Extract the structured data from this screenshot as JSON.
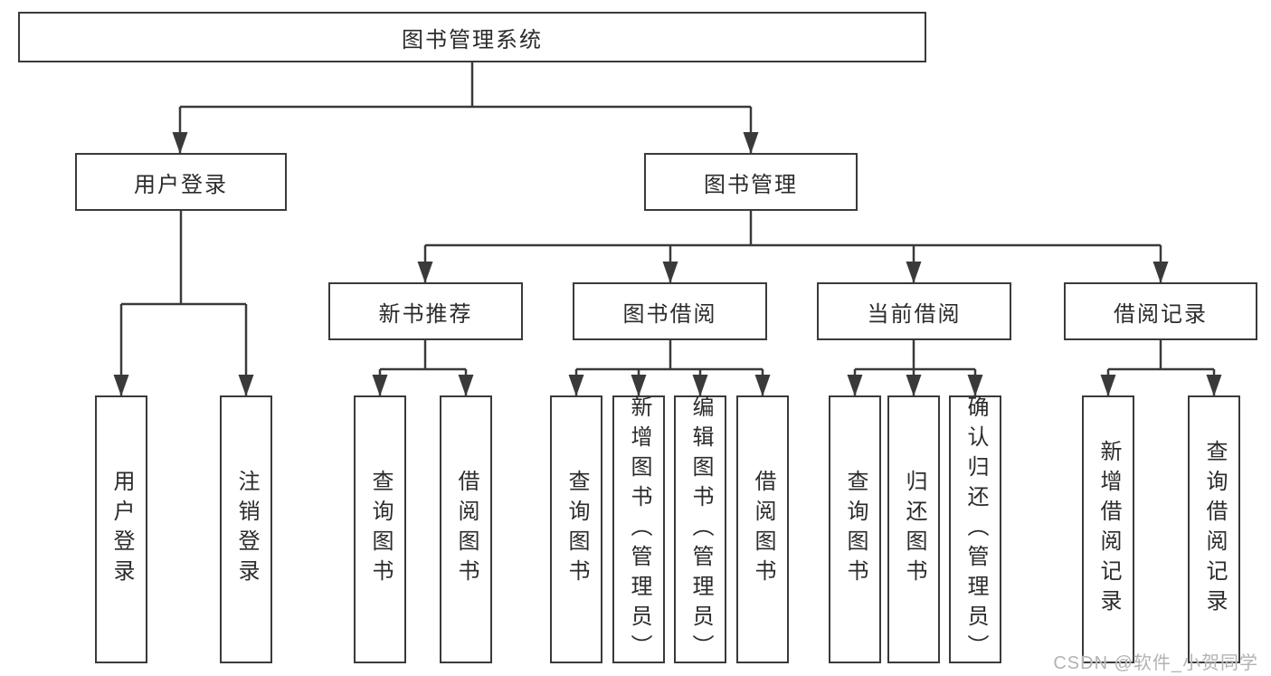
{
  "diagram_type": "hierarchy-tree",
  "colors": {
    "line": "#3a3a3a",
    "text": "#2b2b2b",
    "background": "#ffffff",
    "watermark": "#b3b3b3"
  },
  "root": {
    "label": "图书管理系统",
    "children": [
      {
        "label": "用户登录",
        "children": [
          {
            "label": "用户登录"
          },
          {
            "label": "注销登录"
          }
        ]
      },
      {
        "label": "图书管理",
        "children": [
          {
            "label": "新书推荐",
            "children": [
              {
                "label": "查询图书"
              },
              {
                "label": "借阅图书"
              }
            ]
          },
          {
            "label": "图书借阅",
            "children": [
              {
                "label": "查询图书"
              },
              {
                "label": "新增图书（管理员）"
              },
              {
                "label": "编辑图书（管理员）"
              },
              {
                "label": "借阅图书"
              }
            ]
          },
          {
            "label": "当前借阅",
            "children": [
              {
                "label": "查询图书"
              },
              {
                "label": "归还图书"
              },
              {
                "label": "确认归还（管理员）"
              }
            ]
          },
          {
            "label": "借阅记录",
            "children": [
              {
                "label": "新增借阅记录"
              },
              {
                "label": "查询借阅记录"
              }
            ]
          }
        ]
      }
    ]
  },
  "watermark": {
    "text": "CSDN @软件_小贺同学"
  }
}
